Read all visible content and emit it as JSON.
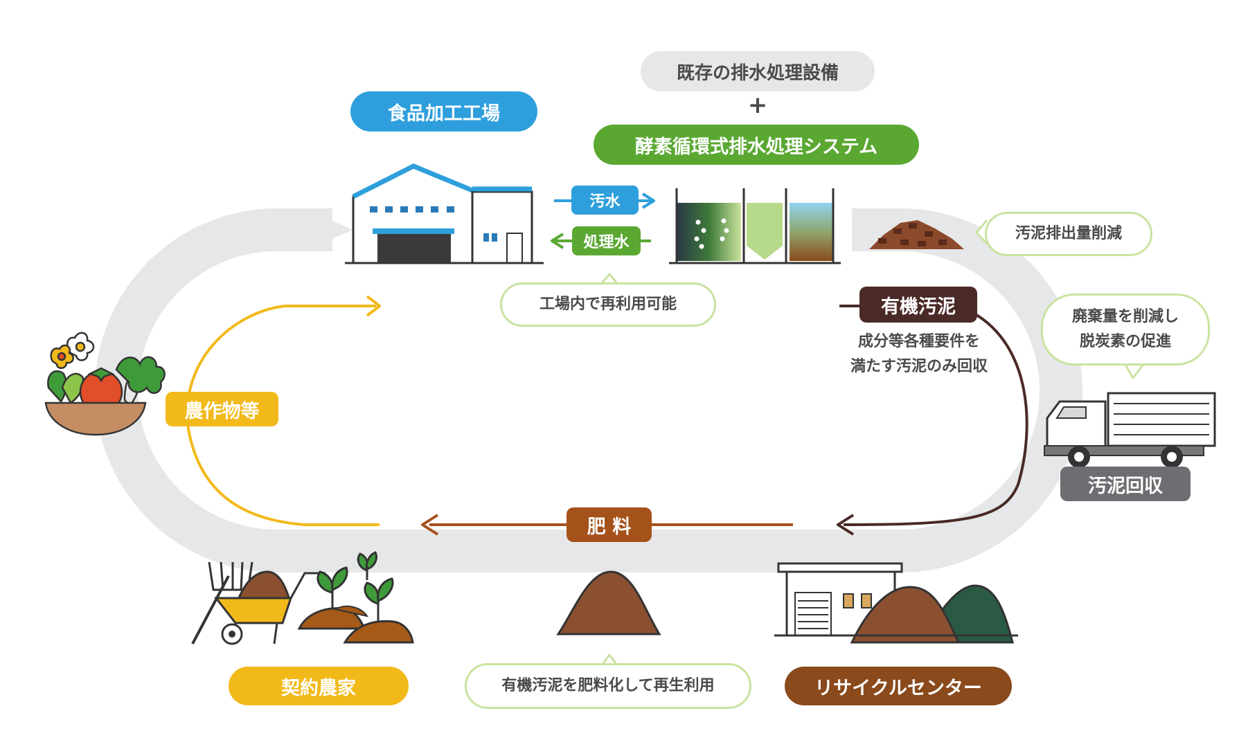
{
  "labels": {
    "existing": "既存の排水処理設備",
    "plus": "+",
    "system": "酵素循環式排水処理システム",
    "factory": "食品加工工場",
    "wastewater": "汚水",
    "treated": "処理水",
    "reuse": "工場内で再利用可能",
    "sludge_reduce": "汚泥排出量削減",
    "organic_sludge": "有機汚泥",
    "condition_line1": "成分等各種要件を",
    "condition_line2": "満たす汚泥のみ回収",
    "waste_line1": "廃棄量を削減し",
    "waste_line2": "脱炭素の促進",
    "collection": "汚泥回収",
    "crops": "農作物等",
    "fertilizer": "肥 料",
    "farmer": "契約農家",
    "recycle_note": "有機汚泥を肥料化して再生利用",
    "recycle_center": "リサイクルセンター"
  },
  "colors": {
    "blue": "#2e9fdc",
    "green": "#5aa832",
    "gray_pill": "#e7e7e8",
    "bubble_border": "#c9e3a0",
    "dark_brown": "#4a2a26",
    "brown": "#a5511a",
    "yellow": "#f2b91a",
    "dark_gray": "#6d6e71",
    "cycle_gray": "#e6e7e8"
  },
  "icons": [
    "factory-icon",
    "treatment-tank-icon",
    "sludge-pile-icon",
    "truck-icon",
    "recycle-center-icon",
    "compost-pile-icon",
    "farm-tools-icon",
    "seedlings-icon",
    "vegetable-basket-icon"
  ]
}
